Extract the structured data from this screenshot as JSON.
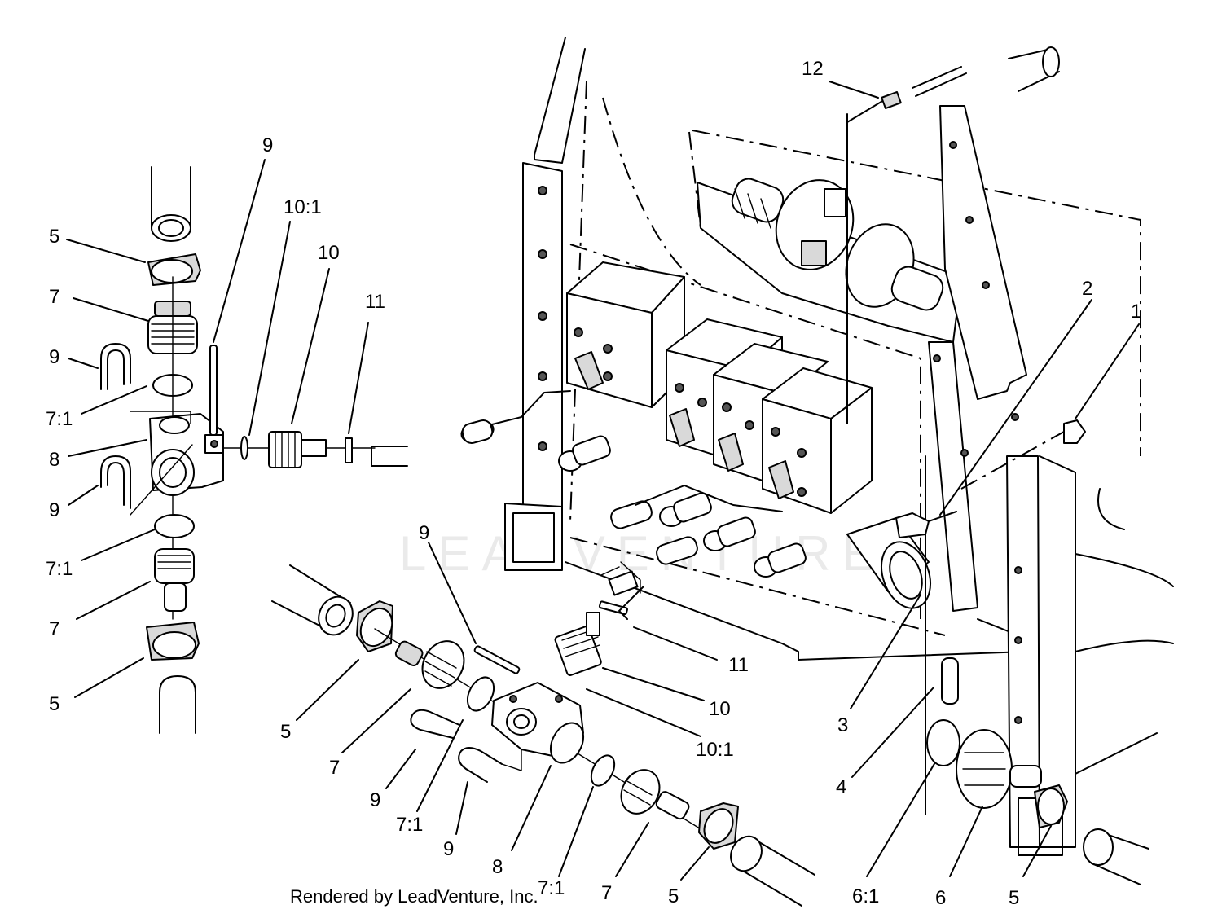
{
  "watermark": "LEADVENTURE",
  "footer": "Rendered by LeadVenture, Inc.",
  "callouts": {
    "c1": "1",
    "c2": "2",
    "c3": "3",
    "c4": "4",
    "c5a": "5",
    "c5b": "5",
    "c5c": "5",
    "c5d": "5",
    "c5e": "5",
    "c6": "6",
    "c61": "6:1",
    "c7a": "7",
    "c7b": "7",
    "c7c": "7",
    "c7d": "7",
    "c71a": "7:1",
    "c71b": "7:1",
    "c71c": "7:1",
    "c71d": "7:1",
    "c8a": "8",
    "c8b": "8",
    "c9a": "9",
    "c9b": "9",
    "c9c": "9",
    "c9d": "9",
    "c9e": "9",
    "c9f": "9",
    "c10a": "10",
    "c10b": "10",
    "c101a": "10:1",
    "c101b": "10:1",
    "c11a": "11",
    "c11b": "11",
    "c12": "12"
  }
}
